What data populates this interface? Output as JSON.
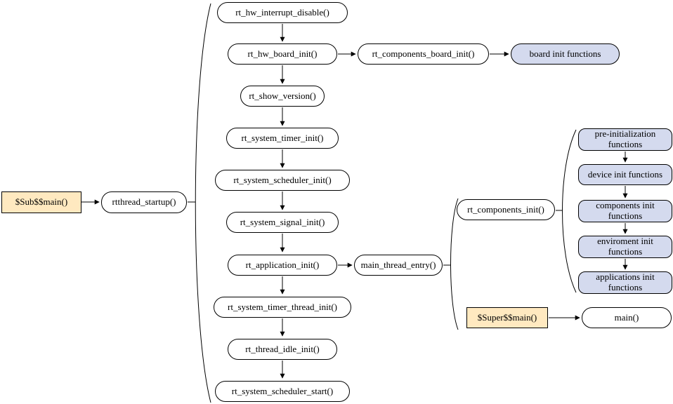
{
  "diagram": {
    "description": "RT-Thread startup flow diagram",
    "colors": {
      "node_fill": "#ffffff",
      "entry_fill": "#ffe9c0",
      "group_fill": "#d4daee",
      "border": "#000000"
    },
    "nodes": {
      "sub_main": "$Sub$$main()",
      "rtthread_startup": "rtthread_startup()",
      "rt_hw_interrupt_disable": "rt_hw_interrupt_disable()",
      "rt_hw_board_init": "rt_hw_board_init()",
      "rt_components_board_init": "rt_components_board_init()",
      "board_init_functions": "board init functions",
      "rt_show_version": "rt_show_version()",
      "rt_system_timer_init": "rt_system_timer_init()",
      "rt_system_scheduler_init": "rt_system_scheduler_init()",
      "rt_system_signal_init": "rt_system_signal_init()",
      "rt_application_init": "rt_application_init()",
      "main_thread_entry": "main_thread_entry()",
      "rt_system_timer_thread_init": "rt_system_timer_thread_init()",
      "rt_thread_idle_init": "rt_thread_idle_init()",
      "rt_system_scheduler_start": "rt_system_scheduler_start()",
      "rt_components_init": "rt_components_init()",
      "pre_initialization_functions": "pre-initialization functions",
      "device_init_functions": "device init functions",
      "components_init_functions": "components init functions",
      "enviroment_init_functions": "enviroment init functions",
      "applications_init_functions": "applications init functions",
      "super_main": "$Super$$main()",
      "main": "main()"
    }
  }
}
